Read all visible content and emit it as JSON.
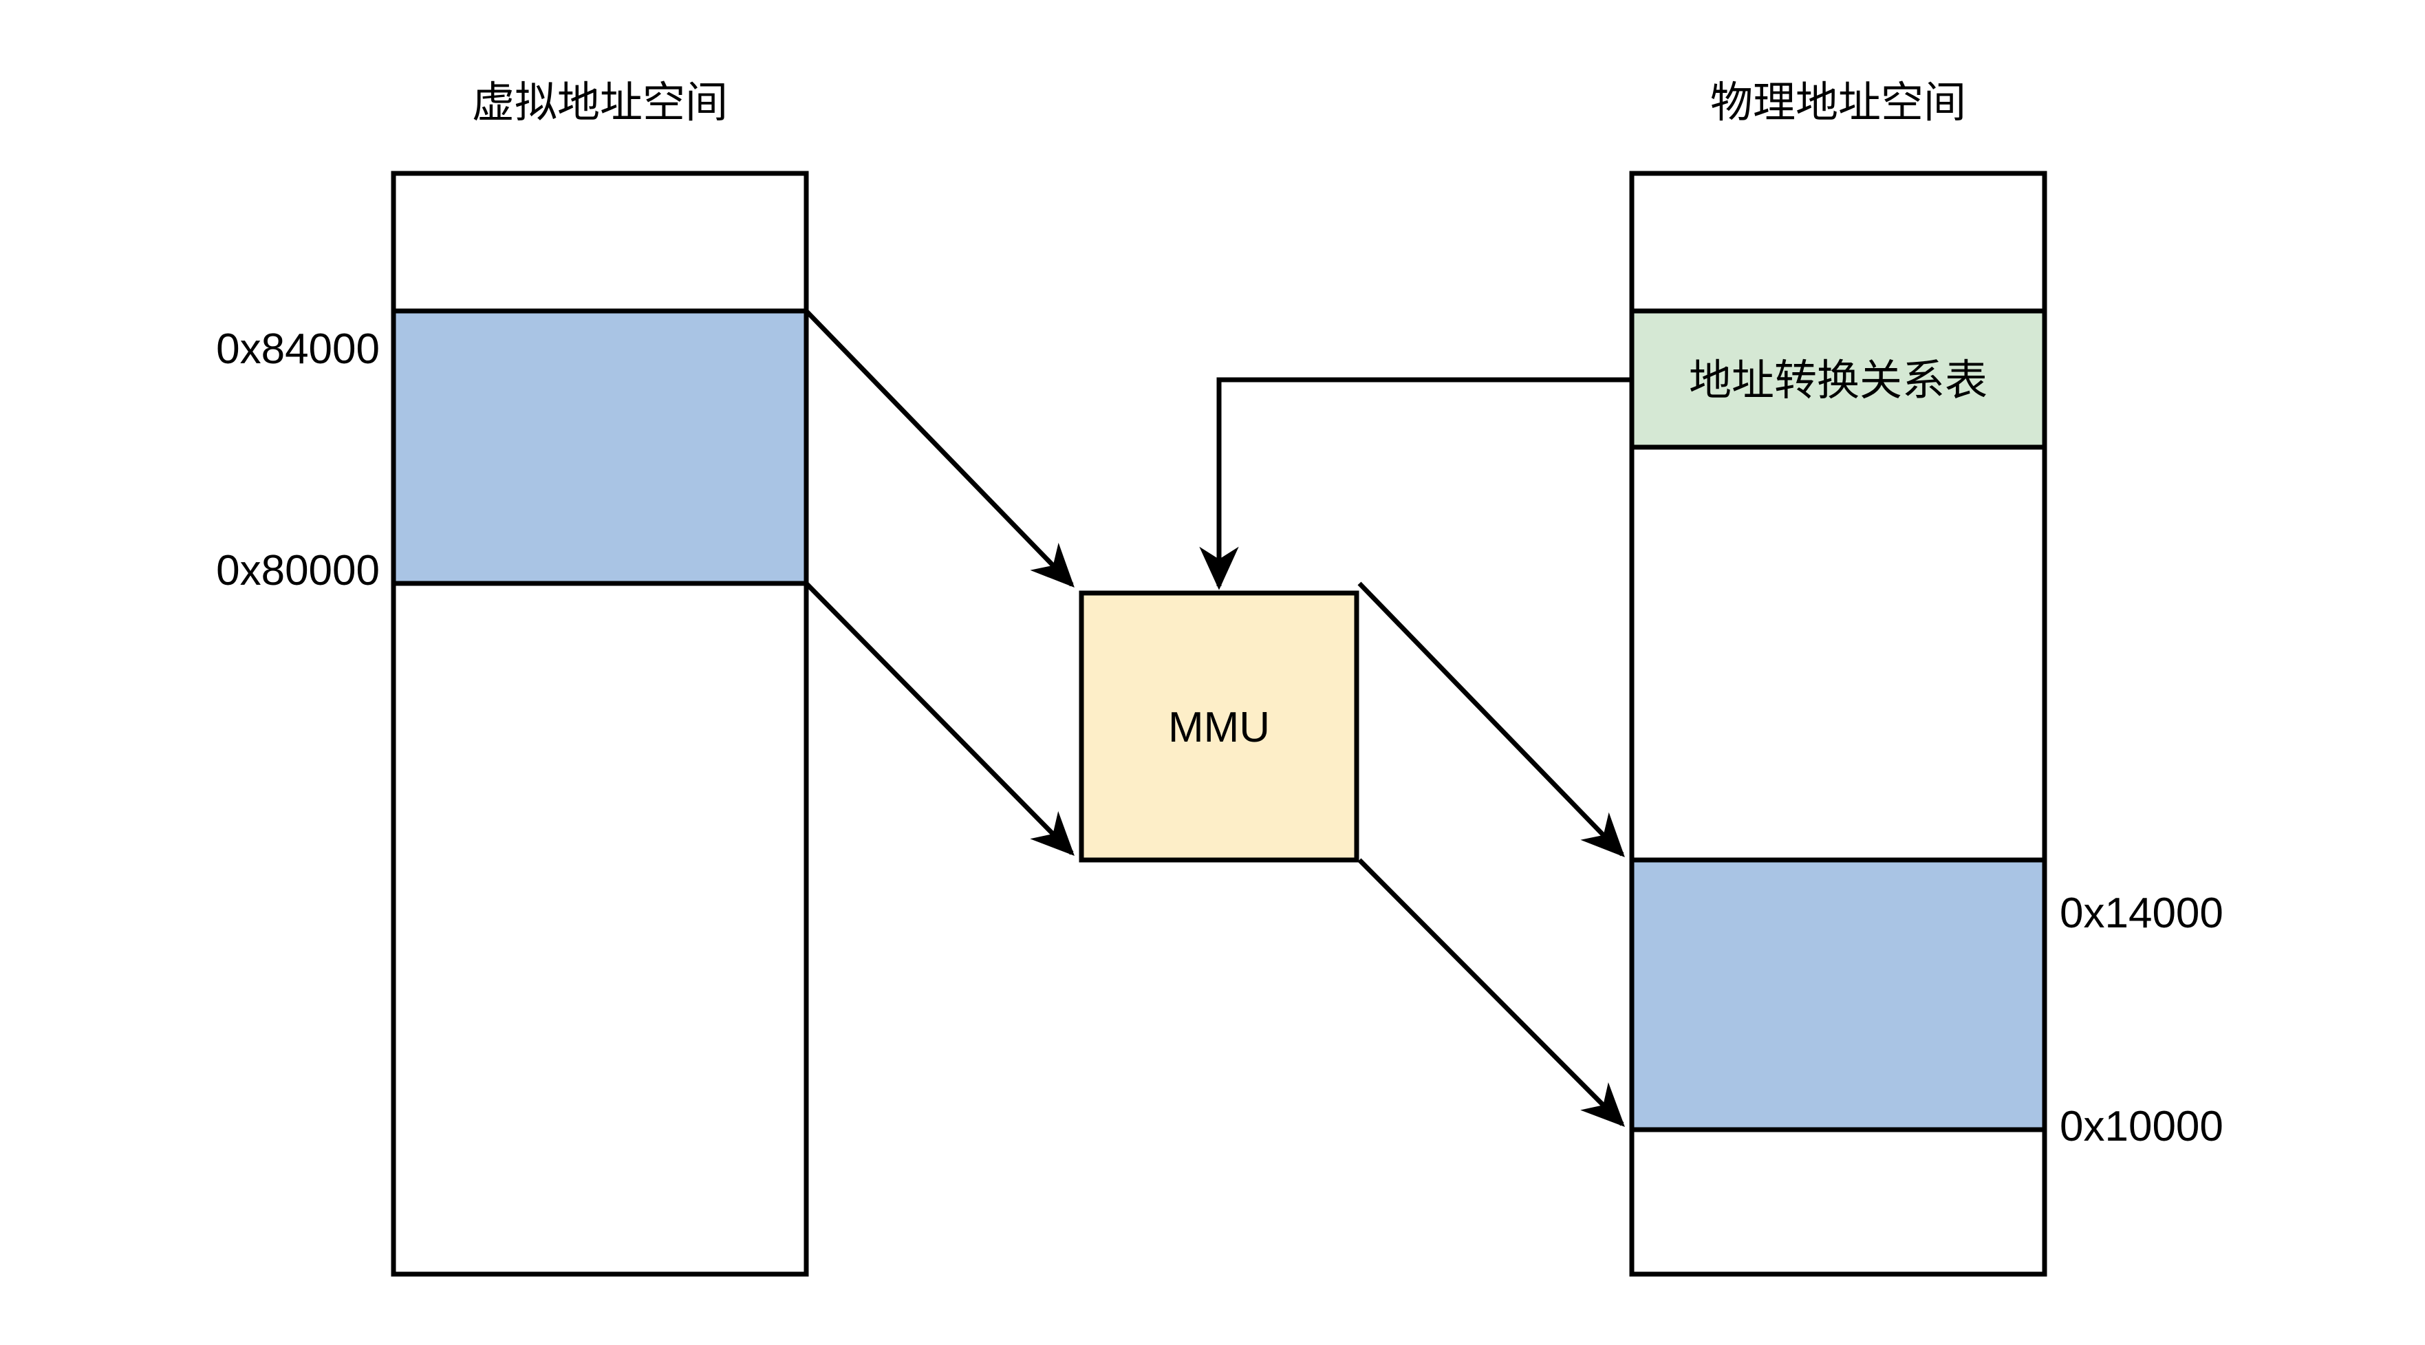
{
  "diagram": {
    "title_left": "虚拟地址空间",
    "title_right": "物理地址空间",
    "colors": {
      "blue_region": "#a9c4e4",
      "green_region": "#d5e8d4",
      "yellow_region": "#fdeec8",
      "stroke": "#000000",
      "background": "#ffffff"
    }
  },
  "virtual_space": {
    "title": "虚拟地址空间",
    "labels": {
      "top_addr": "0x84000",
      "bottom_addr": "0x80000"
    },
    "mapped_region_name": "virtual-mapped-page"
  },
  "physical_space": {
    "title": "物理地址空间",
    "labels": {
      "top_addr": "0x14000",
      "bottom_addr": "0x10000"
    },
    "translation_table_label": "地址转换关系表",
    "mapped_region_name": "physical-mapped-page"
  },
  "mmu": {
    "label": "MMU"
  }
}
